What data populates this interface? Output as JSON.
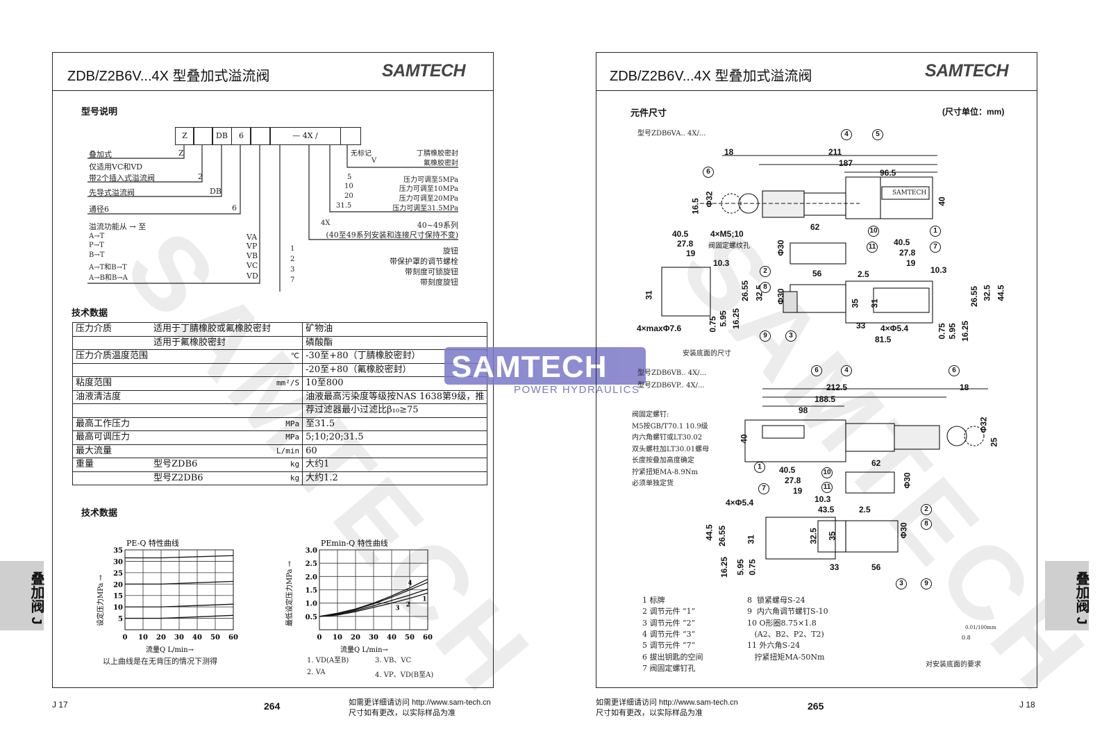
{
  "left_page": {
    "title": "ZDB/Z2B6V...4X 型叠加式溢流阀",
    "logo": "SAMTECH",
    "section_model": "型号说明",
    "model_code_cells": [
      "Z",
      "",
      "DB",
      "6",
      "",
      "— 4X /",
      ""
    ],
    "model_rows": [
      {
        "label": "叠加式",
        "code": "Z"
      },
      {
        "label": "仅适用VC和VD",
        "code": ""
      },
      {
        "label": "带2个插入式溢流阀",
        "code": "2"
      },
      {
        "label": "先导式溢流阀",
        "code": "DB"
      },
      {
        "label": "通径6",
        "code": "6"
      },
      {
        "label": "溢流功能从 → 至",
        "code": ""
      },
      {
        "label": "A→T",
        "code": "VA"
      },
      {
        "label": "P→T",
        "code": "VP"
      },
      {
        "label": "B→T",
        "code": "VB"
      },
      {
        "label": "A→T和B→T",
        "code": "VC"
      },
      {
        "label": "A→B和B→A",
        "code": "VD"
      }
    ],
    "model_right_rows": [
      {
        "code": "无标记",
        "label": "丁腈橡胶密封"
      },
      {
        "code": "V",
        "label": "氟橡胶密封"
      },
      {
        "code": "5",
        "label": "压力可调至5MPa"
      },
      {
        "code": "10",
        "label": "压力可调至10MPa"
      },
      {
        "code": "20",
        "label": "压力可调至20MPa"
      },
      {
        "code": "31.5",
        "label": "压力可调至31.5MPa"
      },
      {
        "code": "4X",
        "label": "40~49系列"
      },
      {
        "code": "",
        "label": "(40至49系列安装和连接尺寸保持不变)"
      },
      {
        "code": "1",
        "label": "旋钮"
      },
      {
        "code": "2",
        "label": "带保护罩的调节螺栓"
      },
      {
        "code": "3",
        "label": "带刻度可锁旋钮"
      },
      {
        "code": "7",
        "label": "带刻度旋钮"
      }
    ],
    "section_tech": "技术数据",
    "tech_table": [
      [
        "压力介质",
        "适用于丁腈橡胶或氟橡胶密封",
        "",
        "矿物油"
      ],
      [
        "",
        "适用于氟橡胶密封",
        "",
        "磷酸酯"
      ],
      [
        "压力介质温度范围",
        "",
        "℃",
        "-30至+80（丁腈橡胶密封）"
      ],
      [
        "",
        "",
        "",
        "-20至+80（氟橡胶密封）"
      ],
      [
        "粘度范围",
        "",
        "mm²/S",
        "10至800"
      ],
      [
        "油液清洁度",
        "",
        "",
        "油液最高污染度等级按NAS 1638第9级，推"
      ],
      [
        "",
        "",
        "",
        "荐过滤器最小过滤比β₁₀≥75"
      ],
      [
        "最高工作压力",
        "",
        "MPa",
        "至31.5"
      ],
      [
        "最高可调压力",
        "",
        "MPa",
        "5;10;20;31.5"
      ],
      [
        "最大流量",
        "",
        "L/min",
        "60"
      ],
      [
        "重量",
        "型号ZDB6",
        "kg",
        "大约1"
      ],
      [
        "",
        "型号Z2DB6",
        "kg",
        "大约1.2"
      ]
    ],
    "section_curves": "技术数据",
    "curve_note": "以上曲线是在无背压的情况下测得",
    "curve2_legend": [
      "1. VD(A至B)",
      "3. VB、VC",
      "2. VA",
      "4. VP、VD(B至A)"
    ],
    "footer_left": "J 17",
    "page_number": "264",
    "footer_note1": "如需更详细请访问 http://www.sam-tech.cn",
    "footer_note2": "尺寸如有更改，以实际样品为准",
    "side_tab": "叠加阀 J"
  },
  "chart_data": [
    {
      "type": "line",
      "title": "PE-Q 特性曲线",
      "xlabel": "流量Q L/min→",
      "ylabel": "设定压力MPa →",
      "xlim": [
        0,
        60
      ],
      "ylim": [
        0,
        35
      ],
      "xticks": [
        "0",
        "10",
        "20",
        "30",
        "40",
        "50",
        "60"
      ],
      "yticks": [
        "5",
        "10",
        "15",
        "20",
        "25",
        "30",
        "35"
      ],
      "grid": true,
      "x": [
        0,
        20,
        60
      ],
      "series": [
        {
          "name": "5",
          "values": [
            5,
            5,
            6.3
          ]
        },
        {
          "name": "10",
          "values": [
            10,
            10,
            11.2
          ]
        },
        {
          "name": "20",
          "values": [
            20,
            20,
            21.2
          ]
        },
        {
          "name": "31.5",
          "values": [
            31.5,
            31.5,
            32.5
          ]
        }
      ]
    },
    {
      "type": "line",
      "title": "PEmin-Q 特性曲线",
      "xlabel": "流量Q L/min→",
      "ylabel": "最低设定压力MPa →",
      "xlim": [
        0,
        60
      ],
      "ylim": [
        0,
        3.0
      ],
      "xticks": [
        "0",
        "10",
        "20",
        "30",
        "40",
        "50",
        "60"
      ],
      "yticks": [
        "0.5",
        "1.0",
        "1.5",
        "2.0",
        "2.5",
        "3.0"
      ],
      "grid": true,
      "x": [
        0,
        10,
        20,
        30,
        40,
        50,
        60
      ],
      "series": [
        {
          "name": "1",
          "values": [
            0.5,
            0.55,
            0.68,
            0.84,
            1.0,
            1.18,
            1.38
          ]
        },
        {
          "name": "2",
          "values": [
            0.5,
            0.57,
            0.72,
            0.9,
            1.1,
            1.3,
            1.53
          ]
        },
        {
          "name": "3",
          "values": [
            0.5,
            0.6,
            0.76,
            0.97,
            1.22,
            1.5,
            1.78
          ]
        },
        {
          "name": "4",
          "values": [
            0.5,
            0.62,
            0.78,
            1.0,
            1.27,
            1.57,
            1.9
          ]
        }
      ]
    }
  ],
  "right_page": {
    "title": "ZDB/Z2B6V...4X 型叠加式溢流阀",
    "logo": "SAMTECH",
    "section": "元件尺寸",
    "unit_note": "(尺寸单位：mm)",
    "model1": "型号ZDB6VA.. 4X/...",
    "mount_caption": "安装底面的尺寸",
    "model2": "型号ZDB6VB.. 4X/...",
    "model3": "型号ZDB6VP.. 4X/...",
    "plate_label": "SAMTECH",
    "screw_notes": [
      "阀固定螺钉:",
      "M5按GB/T70.1 10.9级",
      "内六角螺钉或LT30.02",
      "双头螺柱加LT30.01螺母",
      "长度按叠加高度确定",
      "拧紧扭矩MA-8.9Nm",
      "必须单独定货"
    ],
    "dims1": [
      "18",
      "211",
      "187",
      "96.5",
      "Φ32",
      "16.5",
      "40",
      "62",
      "40.5",
      "27.8",
      "19",
      "10.3",
      "4×M5;10",
      "阀固定螺纹孔",
      "Φ30",
      "Φ30",
      "56",
      "2.5",
      "31",
      "26.55",
      "32.5",
      "4×maxΦ7.6",
      "0.75",
      "5.95",
      "16.25",
      "40.5",
      "27.8",
      "19",
      "10.3",
      "35",
      "31",
      "26.55",
      "32.5",
      "44.5",
      "33",
      "4×Φ5.4",
      "81.5",
      "0.75",
      "5.95",
      "16.25"
    ],
    "dims2": [
      "212.5",
      "188.5",
      "98",
      "18",
      "Φ32",
      "25",
      "40",
      "62",
      "40.5",
      "27.8",
      "19",
      "10.3",
      "43.5",
      "2.5",
      "4×Φ5.4",
      "Φ30",
      "Φ30",
      "44.5",
      "26.55",
      "31",
      "32.5",
      "35",
      "16.25",
      "5.95",
      "0.75",
      "33",
      "56"
    ],
    "parts_left": [
      "1  标牌",
      "2  调节元件 “1”",
      "3  调节元件 “2”",
      "4  调节元件 “3”",
      "5  调节元件 “7”",
      "6  拔出钥匙的空间",
      "7  阀固定螺钉孔"
    ],
    "parts_right": [
      "8  锁紧螺母S-24",
      "9  内六角调节螺钉S-10",
      "10 O形圈8.75×1.8",
      "   (A2、B2、P2、T2)",
      "11 外六角S-24",
      "   拧紧扭矩MA-50Nm"
    ],
    "surface_spec": "0.01/100mm",
    "roughness": "0.8",
    "surface_caption": "对安装底面的要求",
    "footer_right": "J 18",
    "page_number": "265",
    "footer_note1": "如需更详细请访问 http://www.sam-tech.cn",
    "footer_note2": "尺寸如有更改，以实际样品为准",
    "side_tab": "叠加阀 J"
  },
  "watermark": {
    "brand": "SAMTECH",
    "tagline": "POWER HYDRAULICS",
    "text": "SAMTECH"
  },
  "colors": {
    "logo_bg": "#7b78c8",
    "tab_bg": "#cfcfcf"
  }
}
